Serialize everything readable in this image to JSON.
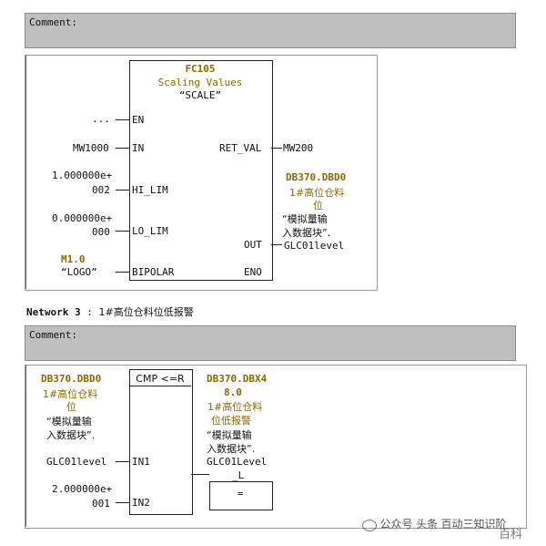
{
  "network2": {
    "comment_label": "Comment:",
    "block": {
      "number": "FC105",
      "name": "Scaling Values",
      "symbol": "“SCALE”",
      "pins_left": [
        "EN",
        "IN",
        "HI_LIM",
        "LO_LIM",
        "BIPOLAR"
      ],
      "pins_right": [
        "RET_VAL",
        "OUT",
        "ENO"
      ]
    },
    "inputs": {
      "en": "...",
      "in": "MW1000",
      "hi_lim_1": "1.000000e+",
      "hi_lim_2": "002",
      "lo_lim_1": "0.000000e+",
      "lo_lim_2": "000",
      "bipolar_addr": "M1.0",
      "bipolar_sym": "“LOGO”"
    },
    "outputs": {
      "ret_val": "MW200",
      "out_addr": "DB370.DBD0",
      "out_sym_1": "1#高位仓料",
      "out_sym_2": "位",
      "out_sym_3": "“模拟量输",
      "out_sym_4": "入数据块”.",
      "out_sym_5": "GLC01level"
    }
  },
  "network3": {
    "header": "Network 3",
    "title": "1#高位仓料位低报警",
    "comment_label": "Comment:",
    "block": {
      "name": "CMP <=R",
      "pins_left": [
        "IN1",
        "IN2"
      ]
    },
    "in1": {
      "addr": "DB370.DBD0",
      "sym_1": "1#高位仓料",
      "sym_2": "位",
      "sym_3": "“模拟量输",
      "sym_4": "入数据块”.",
      "sym_5": "GLC01level"
    },
    "in2": {
      "line1": "2.000000e+",
      "line2": "001"
    },
    "coil": {
      "addr_1": "DB370.DBX4",
      "addr_2": "8.0",
      "sym_1": "1#高位仓料",
      "sym_2": "位低报警",
      "sym_3": "“模拟量输",
      "sym_4": "入数据块”.",
      "sym_5": "GLC01Level",
      "sym_6": "_L",
      "symbol": "="
    }
  },
  "watermark": {
    "source": "公众号",
    "platform": "头条",
    "author": "百动三知识阶",
    "logo": "百科"
  }
}
